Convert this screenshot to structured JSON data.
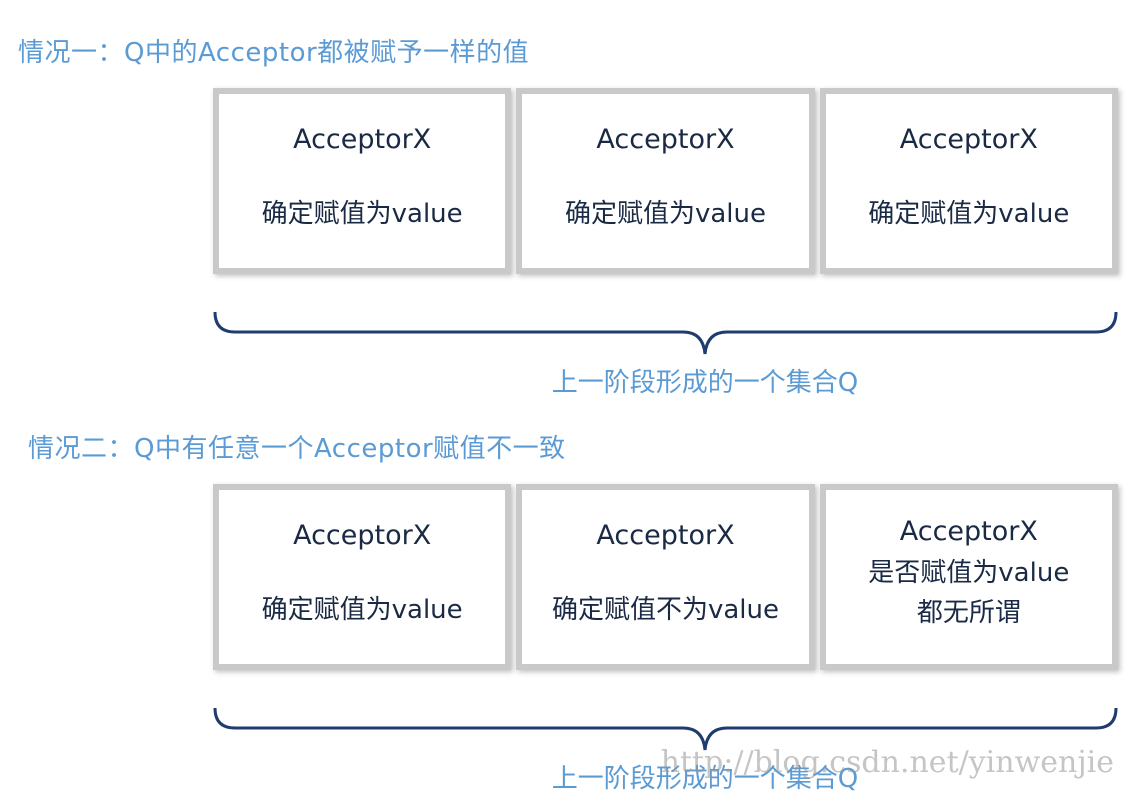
{
  "case1": {
    "heading": "情况一：Q中的Acceptor都被赋予一样的值",
    "boxes": [
      {
        "name": "AcceptorX",
        "desc": "确定赋值为value"
      },
      {
        "name": "AcceptorX",
        "desc": "确定赋值为value"
      },
      {
        "name": "AcceptorX",
        "desc": "确定赋值为value"
      }
    ],
    "caption": "上一阶段形成的一个集合Q"
  },
  "case2": {
    "heading": "情况二：Q中有任意一个Acceptor赋值不一致",
    "boxes": [
      {
        "name": "AcceptorX",
        "desc": "确定赋值为value"
      },
      {
        "name": "AcceptorX",
        "desc": "确定赋值不为value"
      },
      {
        "name": "AcceptorX",
        "desc": "是否赋值为value",
        "desc2": "都无所谓"
      }
    ],
    "caption": "上一阶段形成的一个集合Q"
  },
  "watermark": "http://blog.csdn.net/yinwenjie",
  "colors": {
    "heading": "#5b9bd5",
    "box_text": "#1a2a44",
    "box_border": "#c9c9c9",
    "brace": "#1f3c6e"
  }
}
